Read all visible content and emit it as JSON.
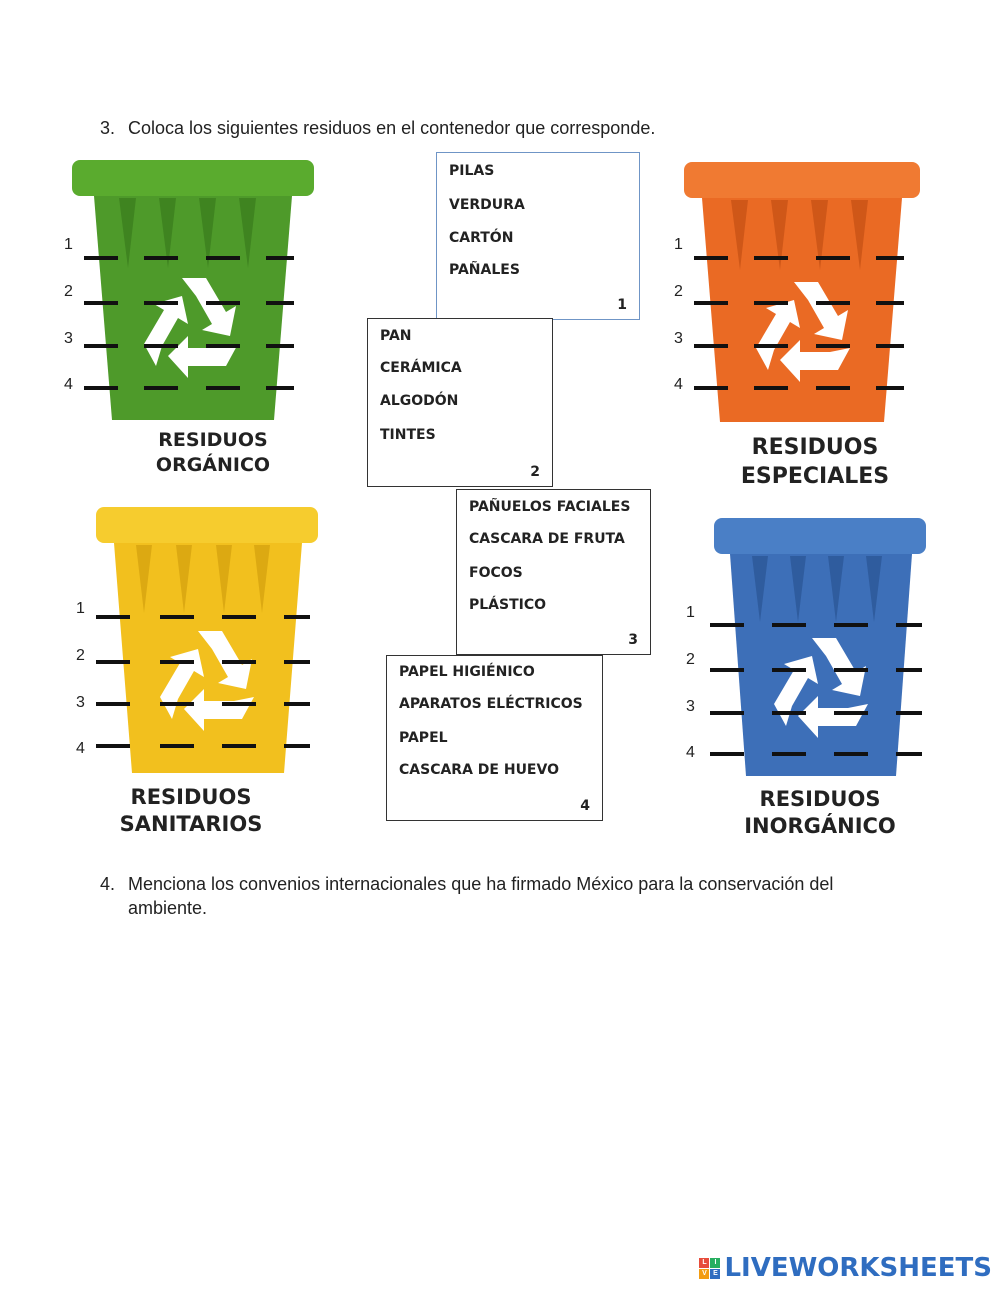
{
  "question3": {
    "number": "3.",
    "text": "Coloca los siguientes residuos en el contenedor que corresponde."
  },
  "question4": {
    "number": "4.",
    "line1": "Menciona los convenios internacionales que ha firmado México para la conservación del",
    "line2": "ambiente."
  },
  "line_numbers": [
    "1",
    "2",
    "3",
    "4"
  ],
  "bins": {
    "organico": {
      "color": "#4e9a2a",
      "label_line1": "RESIDUOS",
      "label_line2": "ORGÁNICO"
    },
    "especiales": {
      "color": "#ea6a24",
      "label_line1": "RESIDUOS",
      "label_line2": "ESPECIALES"
    },
    "sanitarios": {
      "color": "#f2c01e",
      "label_line1": "RESIDUOS",
      "label_line2": "SANITARIOS"
    },
    "inorganico": {
      "color": "#3d6fb8",
      "label_line1": "RESIDUOS",
      "label_line2": "INORGÁNICO"
    }
  },
  "boxes": [
    {
      "number": "1",
      "items": [
        "PILAS",
        "VERDURA",
        "CARTÓN",
        "PAÑALES"
      ]
    },
    {
      "number": "2",
      "items": [
        "PAN",
        "CERÁMICA",
        "ALGODÓN",
        "TINTES"
      ]
    },
    {
      "number": "3",
      "items": [
        "PAÑUELOS FACIALES",
        "CASCARA DE FRUTA",
        "FOCOS",
        "PLÁSTICO"
      ]
    },
    {
      "number": "4",
      "items": [
        "PAPEL HIGIÉNICO",
        "APARATOS ELÉCTRICOS",
        "PAPEL",
        "CASCARA DE HUEVO"
      ]
    }
  ],
  "brand": {
    "logo_letters": [
      "L",
      "I",
      "V",
      "E"
    ],
    "text": "LIVEWORKSHEETS"
  }
}
